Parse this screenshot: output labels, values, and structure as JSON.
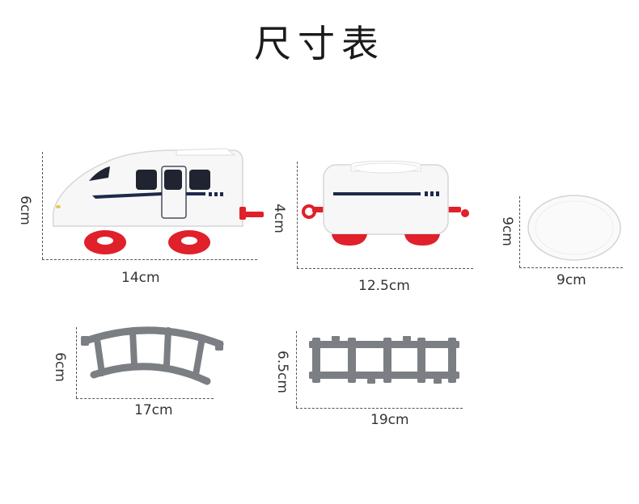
{
  "page": {
    "title": "尺寸表"
  },
  "items": {
    "engine": {
      "height": "6cm",
      "width": "14cm"
    },
    "carriage": {
      "height": "4cm",
      "width": "12.5cm"
    },
    "disc": {
      "height": "9cm",
      "width": "9cm"
    },
    "curved_track": {
      "height": "6cm",
      "width": "17cm"
    },
    "straight_track": {
      "height": "6.5cm",
      "width": "19cm"
    }
  },
  "colors": {
    "train_body": "#f7f7f7",
    "wheel_red": "#e0202a",
    "window_dark": "#1f2430",
    "stripe_navy": "#1e2a4a",
    "track_gray": "#7b7e82",
    "text": "#333333"
  }
}
